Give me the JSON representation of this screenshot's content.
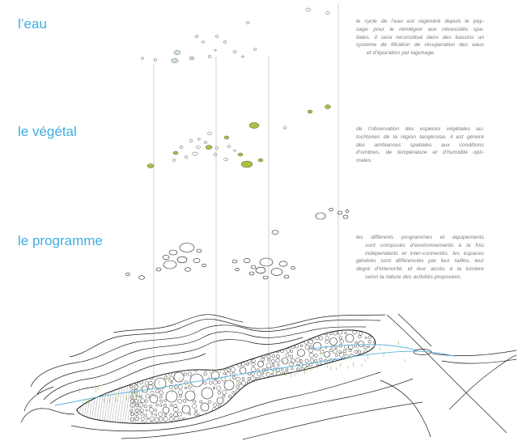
{
  "layers": [
    {
      "title": "l’eau",
      "description_lines": [
        "le cycle de l’eau est regénéré depuis le pay-",
        "sage pour le réintégrer aux nécessités spa-",
        "tiales. Il sera reconstitué dans des bassins un",
        "systeme de filtration de récuperation des eaux",
        "et d’épuration par lagunage."
      ]
    },
    {
      "title": "le végétal",
      "description_lines": [
        "de l’observation des espèces végétales au-",
        "tochtones de la région tangéroise, il est généré",
        "des ambiances spatiales aux conditions",
        "d’ombres, de température et d’humidité opti-",
        "males."
      ]
    },
    {
      "title": "le programme",
      "description_lines": [
        "les différents programmes et équipements",
        "sont composés d’environnements à la fois",
        "indépendants et inter-connectés. les espaces",
        "générés sont différenciés par leur tailles, leur",
        "degré d’interiorité, et leur accès à la lumière",
        "selon la nature des activités proposées."
      ]
    }
  ],
  "colors": {
    "title": "#3eaee0",
    "description_text": "#7a7a7a",
    "water_pool_fill": "#cfe1ea",
    "vegetation_fill": "#a7c23c",
    "river": "#5ab2dc",
    "grass": "#93b65c",
    "linework": "#1e1e1e"
  }
}
